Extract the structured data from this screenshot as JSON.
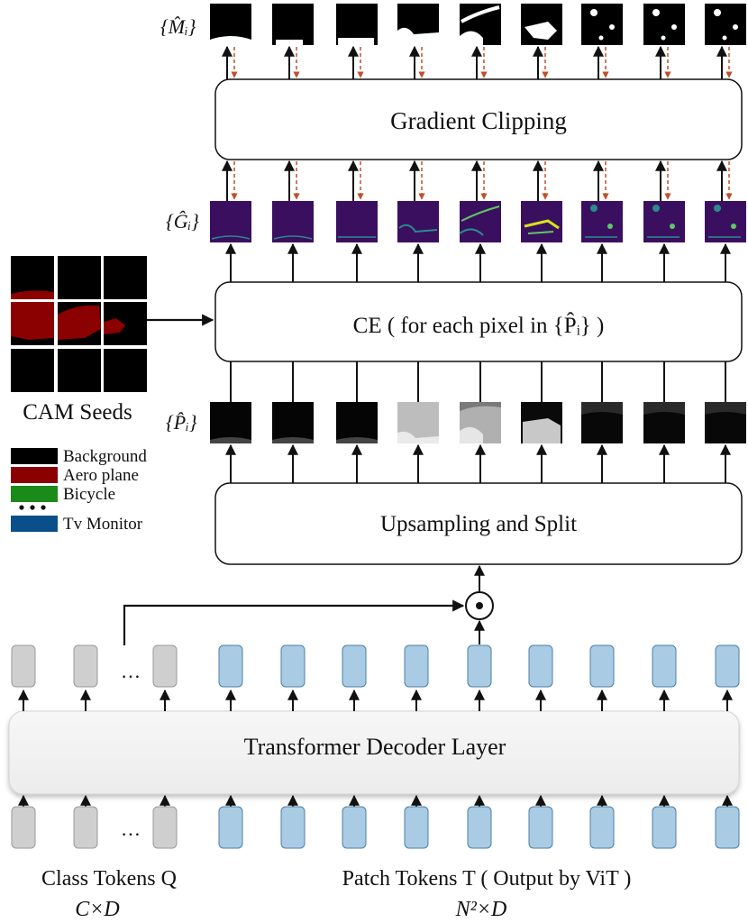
{
  "labels": {
    "gradient_clipping": "Gradient Clipping",
    "ce": "CE ( for each pixel in {P̂ᵢ} )",
    "upsampling_split": "Upsampling and Split",
    "transformer_decoder": "Transformer Decoder Layer",
    "cam_seeds": "CAM Seeds",
    "row_m": "{M̂ᵢ}",
    "row_g": "{Ĝᵢ}",
    "row_p": "{P̂ᵢ}",
    "class_tokens": "Class Tokens Q",
    "class_tokens_dim": "C×D",
    "patch_tokens": "Patch Tokens T ( Output by ViT )",
    "patch_tokens_dim": "N²×D",
    "ellipsis": "…",
    "dot_product_symbol": "⊙"
  },
  "legend": [
    {
      "label": "Background",
      "color": "#000000"
    },
    {
      "label": "Aero plane",
      "color": "#8b0000"
    },
    {
      "label": "Bicycle",
      "color": "#1a8a1a"
    },
    {
      "label": "•••",
      "color": "#ffffff"
    },
    {
      "label": "Tv Monitor",
      "color": "#0b4f8a"
    }
  ],
  "colors": {
    "class_token": "#cfcfcf",
    "patch_token": "#a9cbe4",
    "viridis_dark": "#3b0f60",
    "clip_arrow": "#c0502a",
    "aero_plane": "#8b0000"
  }
}
